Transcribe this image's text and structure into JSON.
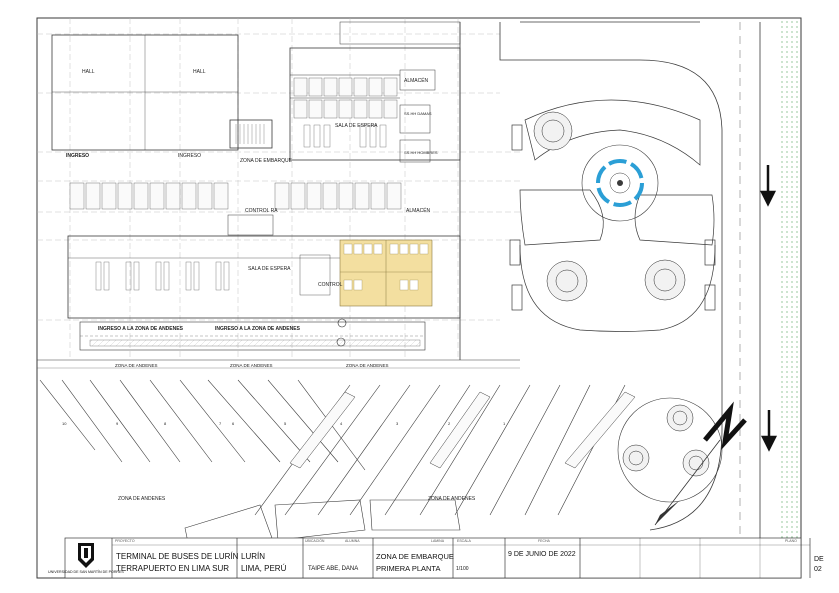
{
  "plan": {
    "rooms": {
      "hall_left": "HALL",
      "hall_right": "HALL",
      "almacen_top": "ALMACÉN",
      "almacen_mid": "ALMACÉN",
      "ss_hh_damas": "SS.HH DAMAS",
      "ss_hh_hombres": "SS.HH HOMBRES",
      "sala_espera_top": "SALA DE ESPERA",
      "sala_espera_mid": "SALA DE ESPERA",
      "zona_embarque": "ZONA DE EMBARQUE",
      "control_ra": "CONTROL RA",
      "control": "CONTROL",
      "ingreso_left": "INGRESO",
      "ingreso_mid": "INGRESO",
      "ingreso_andenes_1": "INGRESO A LA ZONA DE ANDENES",
      "ingreso_andenes_2": "INGRESO A LA ZONA DE ANDENES",
      "zona_andenes_row_1": "ZONA DE ANDENES",
      "zona_andenes_row_2": "ZONA DE ANDENES",
      "zona_andenes_row_3": "ZONA DE ANDENES",
      "zona_andenes_bottom_left": "ZONA DE ANDENES",
      "zona_andenes_bottom_right": "ZONA DE ANDENES"
    },
    "north_label": "N",
    "bay_numbers": [
      "10",
      "9",
      "8",
      "7",
      "6",
      "5",
      "4",
      "3",
      "2",
      "1"
    ]
  },
  "title_block": {
    "university": "UNIVERSIDAD DE SAN MARTÍN DE PORRES",
    "header_proyecto": "PROYECTO",
    "header_ubicacion": "UBICACIÓN",
    "header_alumna": "ALUMNA",
    "header_lamina": "LAMINA",
    "header_escala": "ESCALA",
    "header_fecha": "FECHA",
    "header_plano": "PLANO",
    "project_line1": "TERMINAL DE BUSES DE LURÍN",
    "project_line2": "TERRAPUERTO EN LIMA SUR",
    "location_line1": "LURÍN",
    "location_line2": "LIMA, PERÚ",
    "student": "TAIPE ABE, DANA",
    "sheet_line1": "ZONA DE EMBARQUE",
    "sheet_line2": "PRIMERA PLANTA",
    "scale": "1/100",
    "date": "9 DE JUNIO DE 2022",
    "sheet_code_1": "DE",
    "sheet_code_2": "02"
  },
  "colors": {
    "line": "#3a3a3a",
    "light_line": "#9a9a9a",
    "toilet_fill": "#f3dfa0",
    "ring_blue": "#2b9fd6",
    "green_hatch": "#4f9e5a"
  }
}
